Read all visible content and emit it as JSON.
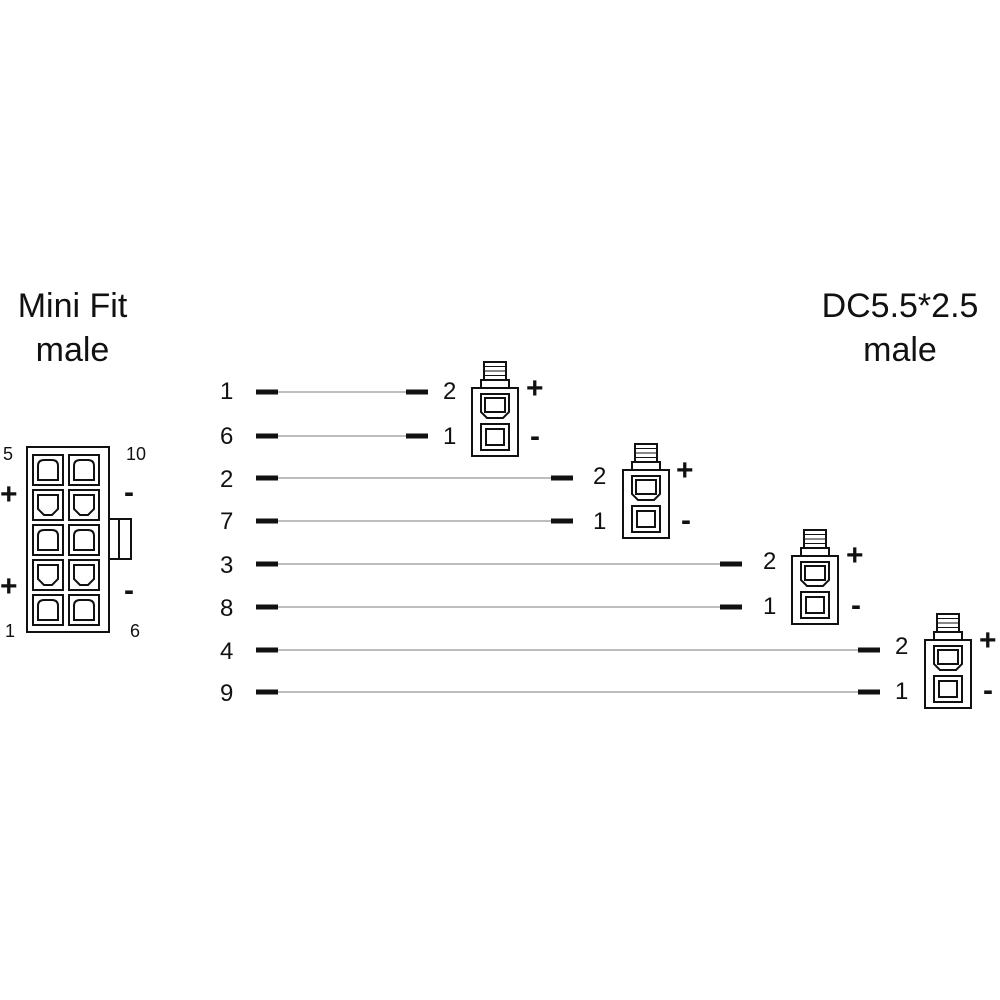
{
  "left_connector": {
    "title_line1": "Mini Fit",
    "title_line2": "male",
    "label_top_left": "5",
    "label_top_right": "10",
    "label_bottom_left": "1",
    "label_bottom_right": "6",
    "sign_plus_upper": "+",
    "sign_minus_upper": "-",
    "sign_plus_lower": "+",
    "sign_minus_lower": "-"
  },
  "right_connector": {
    "title_line1": "DC5.5*2.5",
    "title_line2": "male"
  },
  "wires": [
    {
      "source_pin": "1",
      "dest_pin": "2"
    },
    {
      "source_pin": "6",
      "dest_pin": "1"
    },
    {
      "source_pin": "2",
      "dest_pin": "2"
    },
    {
      "source_pin": "7",
      "dest_pin": "1"
    },
    {
      "source_pin": "3",
      "dest_pin": "2"
    },
    {
      "source_pin": "8",
      "dest_pin": "1"
    },
    {
      "source_pin": "4",
      "dest_pin": "2"
    },
    {
      "source_pin": "9",
      "dest_pin": "1"
    }
  ],
  "dc_plugs": [
    {
      "plus": "+",
      "minus": "-"
    },
    {
      "plus": "+",
      "minus": "-"
    },
    {
      "plus": "+",
      "minus": "-"
    },
    {
      "plus": "+",
      "minus": "-"
    }
  ]
}
